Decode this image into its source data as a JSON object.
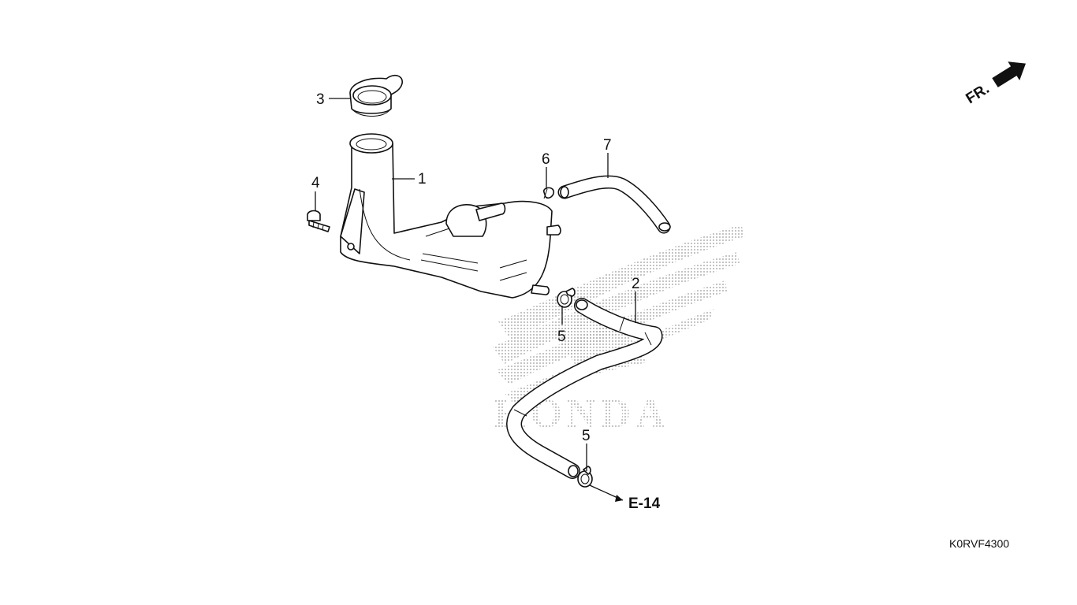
{
  "diagram": {
    "callouts": {
      "p1": "1",
      "p2": "2",
      "p3": "3",
      "p4": "4",
      "p5a": "5",
      "p5b": "5",
      "p6": "6",
      "p7": "7"
    },
    "reference": "E-14",
    "direction": "FR.",
    "diagram_code": "K0RVF4300",
    "watermark": "HONDA"
  },
  "colors": {
    "line": "#111111",
    "watermark_dots": "#9a9a9a",
    "background": "#ffffff"
  }
}
